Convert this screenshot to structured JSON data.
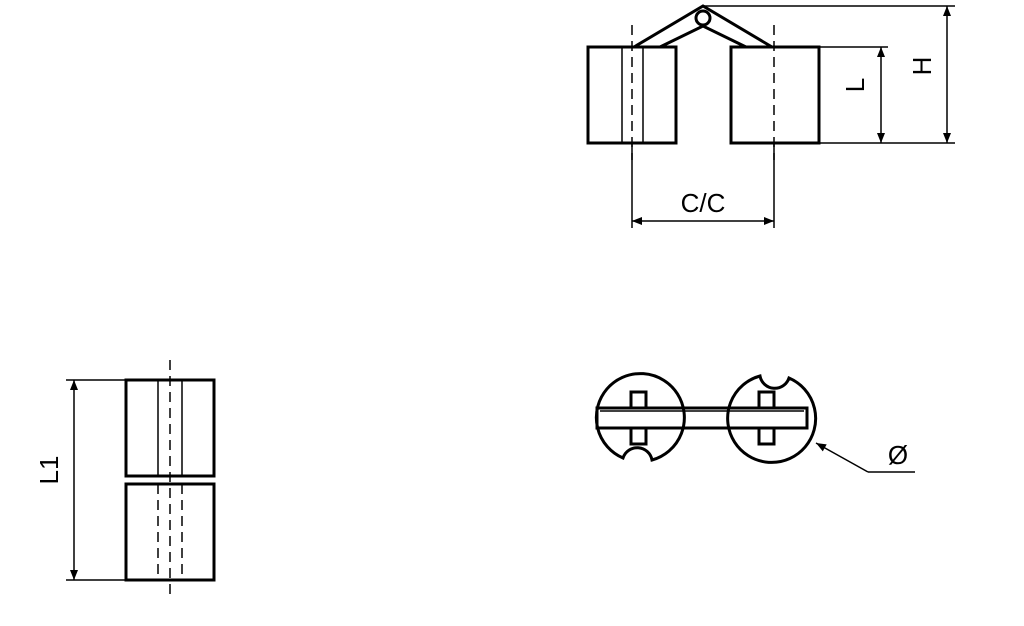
{
  "dimension_labels": {
    "height": "H",
    "block_length": "L",
    "center_distance": "C/C",
    "total_length": "L1",
    "diameter": "Ø"
  },
  "colors": {
    "line": "#000000",
    "background": "#ffffff"
  }
}
